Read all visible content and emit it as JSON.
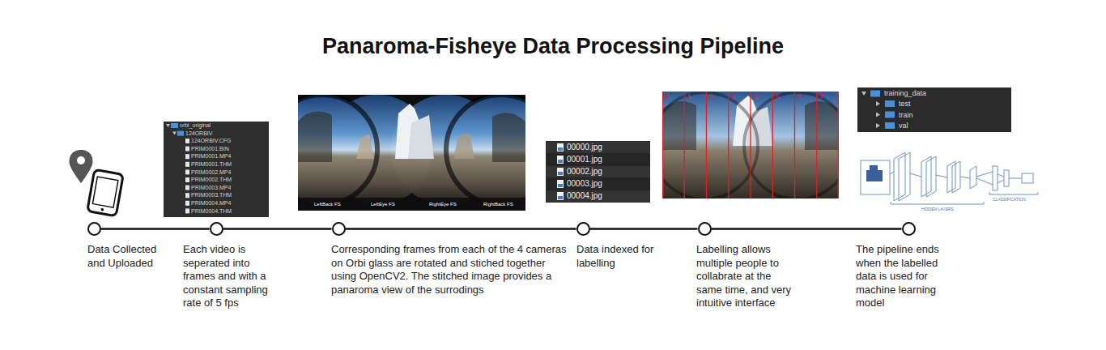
{
  "diagram": {
    "title": "Panaroma-Fisheye Data Processing Pipeline",
    "nodes": [
      {
        "text": [
          "Data Collected and Uploaded"
        ]
      },
      {
        "text": [
          "Each video is seperated into frames and with a constant sampling rate of 5 fps"
        ]
      },
      {
        "text": [
          "Corresponding frames from each of the 4 cameras on Orbi glass are rotated and stiched together using OpenCV2. The stitched image provides a panaroma view of the surrodings"
        ]
      },
      {
        "text": [
          "Data indexed for labelling"
        ]
      },
      {
        "text": [
          "Labelling allows multiple people to collabrate at the same time, and very intuitive interface"
        ]
      },
      {
        "text": [
          "The pipeline ends when the labelled data is used for machine learning model"
        ]
      }
    ],
    "edges": [
      {
        "from": 0,
        "to": 1,
        "arrow": "none"
      },
      {
        "from": 1,
        "to": 2,
        "arrow": "none"
      },
      {
        "from": 2,
        "to": 3,
        "arrow": "none"
      },
      {
        "from": 3,
        "to": 4,
        "arrow": "none"
      },
      {
        "from": 4,
        "to": 5,
        "arrow": "none"
      }
    ],
    "labels": [
      "orbi_original",
      "124ORBIV",
      "124ORBIV.CFG",
      "PRIM0001.BIN",
      "PRIM0001.MP4",
      "PRIM0001.THM",
      "PRIM0002.MP4",
      "PRIM0002.THM",
      "PRIM0003.MP4",
      "PRIM0003.THM",
      "PRIM0004.MP4",
      "PRIM0004.THM",
      "LeftBack FS",
      "LeftEye FS",
      "RightEye FS",
      "RightBack FS",
      "00000.jpg",
      "00001.jpg",
      "00002.jpg",
      "00003.jpg",
      "00004.jpg",
      "0",
      "1",
      "2",
      "3",
      "4",
      "5",
      "6",
      "7",
      "training_data",
      "test",
      "train",
      "val",
      "HIDDEN LAYERS",
      "CLASSIFICATION"
    ]
  }
}
